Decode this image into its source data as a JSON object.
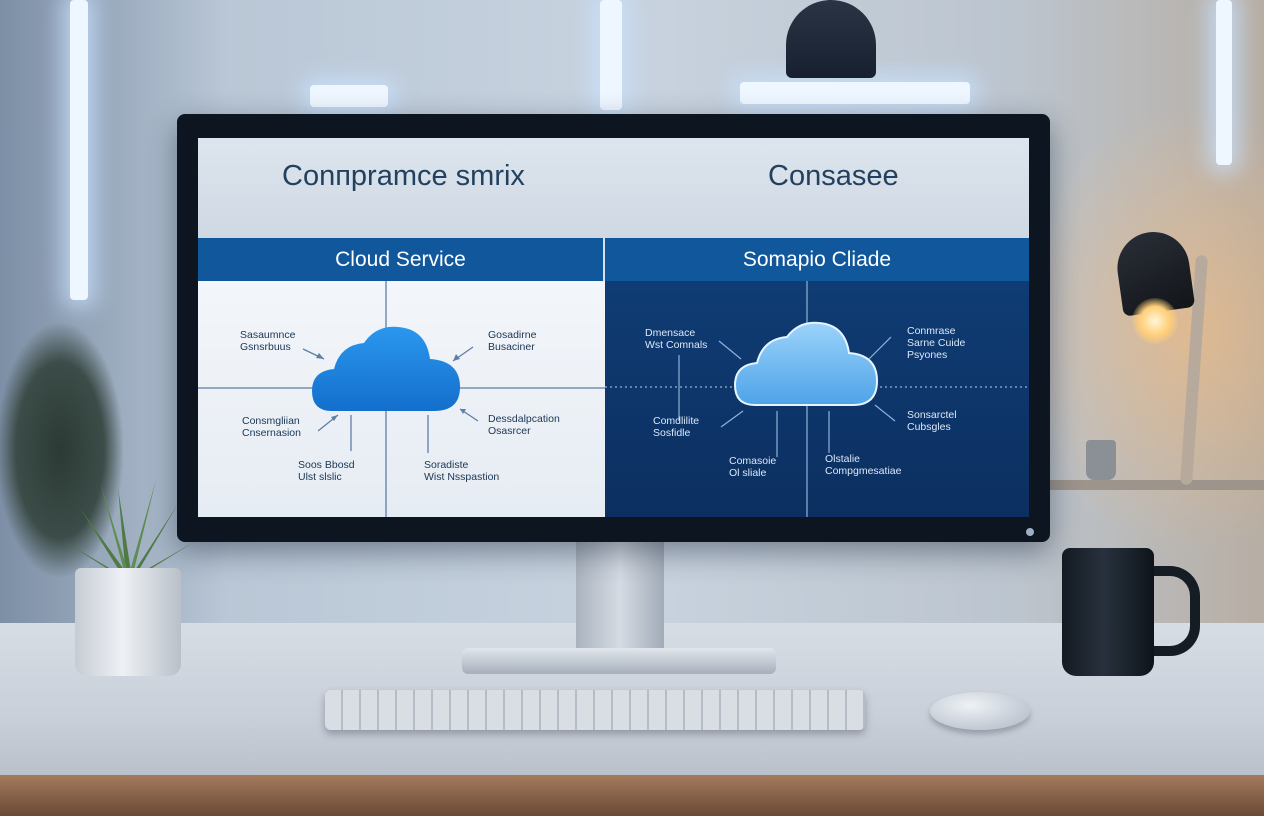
{
  "screen": {
    "title_left": "Conпрrаmce smrix",
    "title_right": "Consasee",
    "column_left_header": "Cloud Service",
    "column_right_header": "Somapio Cliade",
    "left_labels": [
      "Sasaumnce\nGsnsrbuus",
      "Gosadirne\nBusaciner",
      "Consmgliian\nCnsernasion",
      "Dessdalpcation\nOsasrcer",
      "Soos Bbosd\nUlst slslic",
      "Soradiste\nWist Nsspastion"
    ],
    "right_labels": [
      "Dmensace\nWst Comnals",
      "Conmrase\nSarne Cuide\nPsyones",
      "Comdlilite\nSosfidle",
      "Sonsarctel\nCubsgles",
      "Comasoie\nOl sliale",
      "Olstalie\nCompgmesatiae"
    ]
  },
  "colors": {
    "header_blue": "#10579b",
    "right_panel_navy": "#0f3c74",
    "cloud_left": "#1b84df",
    "cloud_right": "#6bb9f0"
  },
  "icons": [
    "cloud-icon",
    "plant-icon",
    "mug-icon",
    "lamp-icon"
  ]
}
